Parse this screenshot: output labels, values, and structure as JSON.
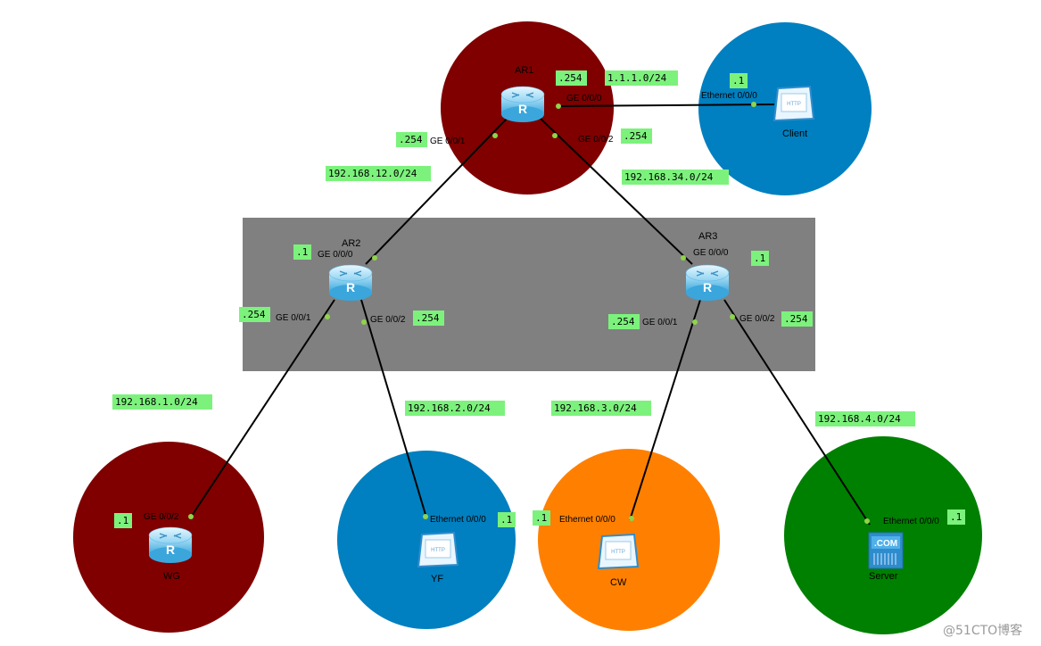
{
  "devices": {
    "ar1": {
      "name": "AR1"
    },
    "ar2": {
      "name": "AR2"
    },
    "ar3": {
      "name": "AR3"
    },
    "client": {
      "name": "Client"
    },
    "wg": {
      "name": "WG"
    },
    "yf": {
      "name": "YF"
    },
    "cw": {
      "name": "CW"
    },
    "server": {
      "name": "Server"
    }
  },
  "interfaces": {
    "ar1_ge000": "GE 0/0/0",
    "ar1_ge001": "GE 0/0/1",
    "ar1_ge002": "GE 0/0/2",
    "client_eth": "Ethernet 0/0/0",
    "ar2_ge000": "GE 0/0/0",
    "ar2_ge001": "GE 0/0/1",
    "ar2_ge002": "GE 0/0/2",
    "ar3_ge000": "GE 0/0/0",
    "ar3_ge001": "GE 0/0/1",
    "ar3_ge002": "GE 0/0/2",
    "wg_ge002": "GE 0/0/2",
    "yf_eth": "Ethernet 0/0/0",
    "cw_eth": "Ethernet 0/0/0",
    "server_eth": "Ethernet 0/0/0"
  },
  "subnets": {
    "net_1_1_1": "1.1.1.0/24",
    "net_12": "192.168.12.0/24",
    "net_34": "192.168.34.0/24",
    "net_1": "192.168.1.0/24",
    "net_2": "192.168.2.0/24",
    "net_3": "192.168.3.0/24",
    "net_4": "192.168.4.0/24"
  },
  "hosts": {
    "ar1_g000": ".254",
    "ar1_g001": ".254",
    "ar1_g002": ".254",
    "client": ".1",
    "ar2_g000": ".1",
    "ar2_g001": ".254",
    "ar2_g002": ".254",
    "ar3_g000": ".1",
    "ar3_g001": ".254",
    "ar3_g002": ".254",
    "wg": ".1",
    "yf": ".1",
    "cw": ".1",
    "server": ".1"
  },
  "icons": {
    "router_text": "R",
    "http_text": "HTTP",
    "server_text": ".COM"
  },
  "watermark": "@51CTO博客",
  "colors": {
    "dark_red": "#800000",
    "blue": "#0080c0",
    "orange": "#ff8000",
    "green": "#008000",
    "gray_zone": "#808080",
    "tag_green": "#7cf27c",
    "port_dot": "#8fd44a"
  }
}
